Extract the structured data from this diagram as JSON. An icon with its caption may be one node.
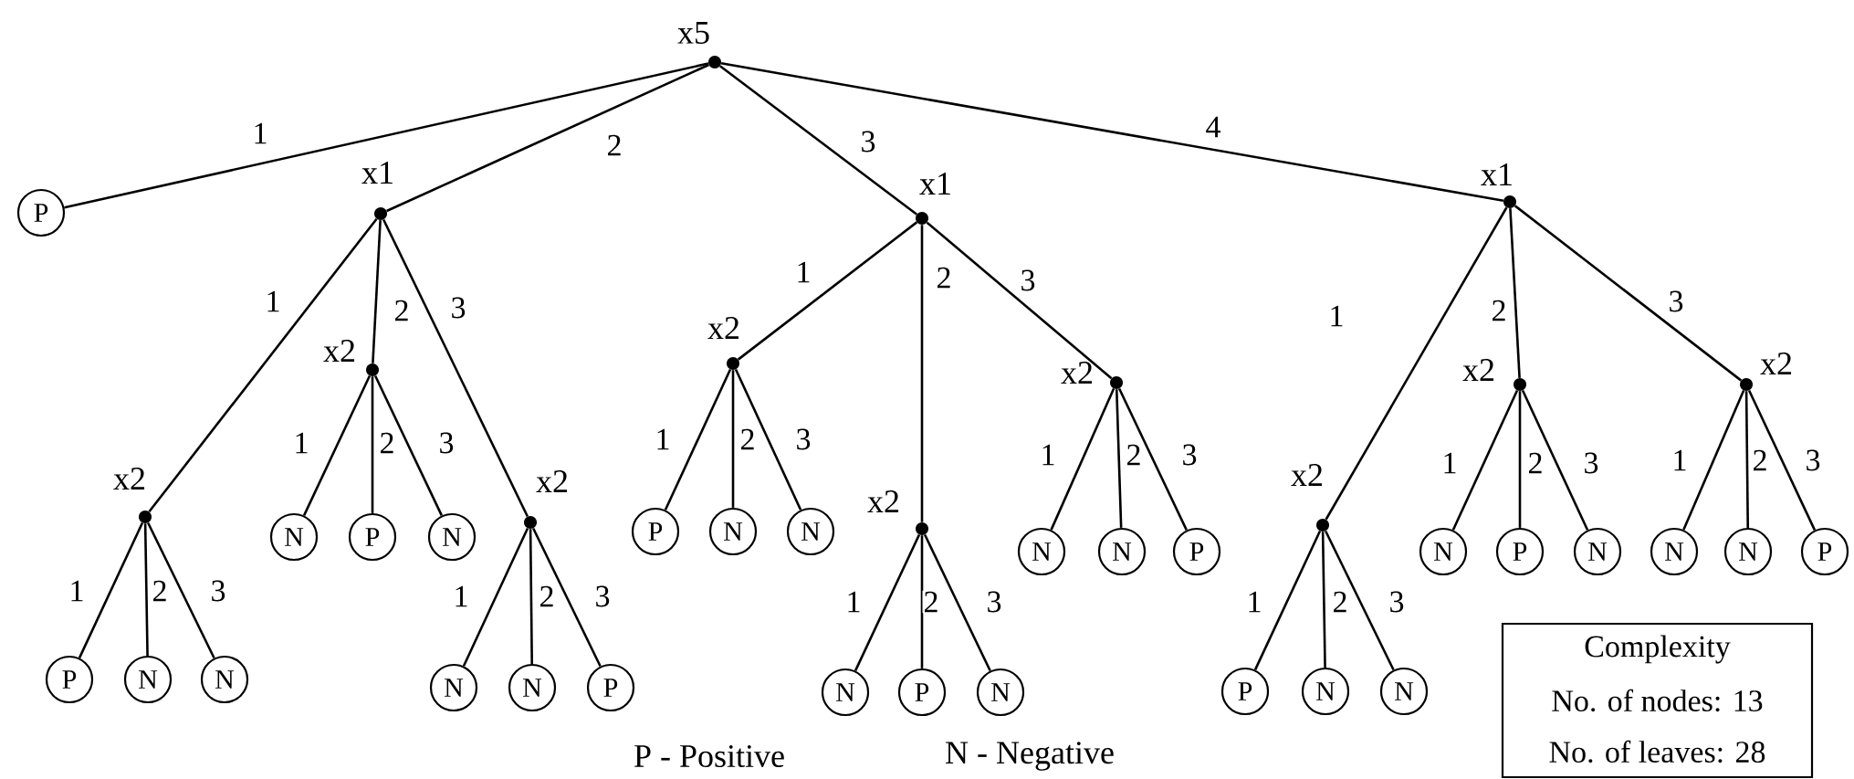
{
  "diagram": {
    "nodes": [
      {
        "text": [
          "x5"
        ]
      },
      {
        "text": [
          "P"
        ]
      },
      {
        "text": [
          "x1"
        ]
      },
      {
        "text": [
          "x1"
        ]
      },
      {
        "text": [
          "x1"
        ]
      },
      {
        "text": [
          "x2"
        ]
      },
      {
        "text": [
          "x2"
        ]
      },
      {
        "text": [
          "x2"
        ]
      },
      {
        "text": [
          "x2"
        ]
      },
      {
        "text": [
          "x2"
        ]
      },
      {
        "text": [
          "x2"
        ]
      },
      {
        "text": [
          "x2"
        ]
      },
      {
        "text": [
          "x2"
        ]
      },
      {
        "text": [
          "x2"
        ]
      },
      {
        "text": [
          "P"
        ]
      },
      {
        "text": [
          "N"
        ]
      },
      {
        "text": [
          "N"
        ]
      },
      {
        "text": [
          "N"
        ]
      },
      {
        "text": [
          "P"
        ]
      },
      {
        "text": [
          "N"
        ]
      },
      {
        "text": [
          "N"
        ]
      },
      {
        "text": [
          "N"
        ]
      },
      {
        "text": [
          "P"
        ]
      },
      {
        "text": [
          "P"
        ]
      },
      {
        "text": [
          "N"
        ]
      },
      {
        "text": [
          "N"
        ]
      },
      {
        "text": [
          "N"
        ]
      },
      {
        "text": [
          "P"
        ]
      },
      {
        "text": [
          "N"
        ]
      },
      {
        "text": [
          "N"
        ]
      },
      {
        "text": [
          "N"
        ]
      },
      {
        "text": [
          "P"
        ]
      },
      {
        "text": [
          "P"
        ]
      },
      {
        "text": [
          "N"
        ]
      },
      {
        "text": [
          "N"
        ]
      },
      {
        "text": [
          "N"
        ]
      },
      {
        "text": [
          "P"
        ]
      },
      {
        "text": [
          "N"
        ]
      },
      {
        "text": [
          "N"
        ]
      },
      {
        "text": [
          "N"
        ]
      },
      {
        "text": [
          "P"
        ]
      },
      {
        "text": [
          "Complexity",
          "No. of nodes: 13",
          "No. of leaves: 28"
        ]
      }
    ],
    "edges": [
      {
        "from": 0,
        "to": 1,
        "arrow": "none",
        "label": "1"
      },
      {
        "from": 0,
        "to": 2,
        "arrow": "none",
        "label": "2"
      },
      {
        "from": 0,
        "to": 3,
        "arrow": "none",
        "label": "3"
      },
      {
        "from": 0,
        "to": 4,
        "arrow": "none",
        "label": "4"
      },
      {
        "from": 2,
        "to": 5,
        "arrow": "none",
        "label": "1"
      },
      {
        "from": 2,
        "to": 6,
        "arrow": "none",
        "label": "2"
      },
      {
        "from": 2,
        "to": 7,
        "arrow": "none",
        "label": "3"
      },
      {
        "from": 3,
        "to": 8,
        "arrow": "none",
        "label": "1"
      },
      {
        "from": 3,
        "to": 9,
        "arrow": "none",
        "label": "2"
      },
      {
        "from": 3,
        "to": 10,
        "arrow": "none",
        "label": "3"
      },
      {
        "from": 4,
        "to": 11,
        "arrow": "none",
        "label": "1"
      },
      {
        "from": 4,
        "to": 12,
        "arrow": "none",
        "label": "2"
      },
      {
        "from": 4,
        "to": 13,
        "arrow": "none",
        "label": "3"
      },
      {
        "from": 5,
        "to": 14,
        "arrow": "none",
        "label": "1"
      },
      {
        "from": 5,
        "to": 15,
        "arrow": "none",
        "label": "2"
      },
      {
        "from": 5,
        "to": 16,
        "arrow": "none",
        "label": "3"
      },
      {
        "from": 6,
        "to": 17,
        "arrow": "none",
        "label": "1"
      },
      {
        "from": 6,
        "to": 18,
        "arrow": "none",
        "label": "2"
      },
      {
        "from": 6,
        "to": 19,
        "arrow": "none",
        "label": "3"
      },
      {
        "from": 7,
        "to": 20,
        "arrow": "none",
        "label": "1"
      },
      {
        "from": 7,
        "to": 21,
        "arrow": "none",
        "label": "2"
      },
      {
        "from": 7,
        "to": 22,
        "arrow": "none",
        "label": "3"
      },
      {
        "from": 8,
        "to": 23,
        "arrow": "none",
        "label": "1"
      },
      {
        "from": 8,
        "to": 24,
        "arrow": "none",
        "label": "2"
      },
      {
        "from": 8,
        "to": 25,
        "arrow": "none",
        "label": "3"
      },
      {
        "from": 9,
        "to": 26,
        "arrow": "none",
        "label": "1"
      },
      {
        "from": 9,
        "to": 27,
        "arrow": "none",
        "label": "2"
      },
      {
        "from": 9,
        "to": 28,
        "arrow": "none",
        "label": "3"
      },
      {
        "from": 10,
        "to": 29,
        "arrow": "none",
        "label": "1"
      },
      {
        "from": 10,
        "to": 30,
        "arrow": "none",
        "label": "2"
      },
      {
        "from": 10,
        "to": 31,
        "arrow": "none",
        "label": "3"
      },
      {
        "from": 11,
        "to": 32,
        "arrow": "none",
        "label": "1"
      },
      {
        "from": 11,
        "to": 33,
        "arrow": "none",
        "label": "2"
      },
      {
        "from": 11,
        "to": 34,
        "arrow": "none",
        "label": "3"
      },
      {
        "from": 12,
        "to": 35,
        "arrow": "none",
        "label": "1"
      },
      {
        "from": 12,
        "to": 36,
        "arrow": "none",
        "label": "2"
      },
      {
        "from": 12,
        "to": 37,
        "arrow": "none",
        "label": "3"
      },
      {
        "from": 13,
        "to": 38,
        "arrow": "none",
        "label": "1"
      },
      {
        "from": 13,
        "to": 39,
        "arrow": "none",
        "label": "2"
      },
      {
        "from": 13,
        "to": 40,
        "arrow": "none",
        "label": "3"
      }
    ],
    "labels": [
      "P - Positive",
      "N - Negative"
    ]
  }
}
